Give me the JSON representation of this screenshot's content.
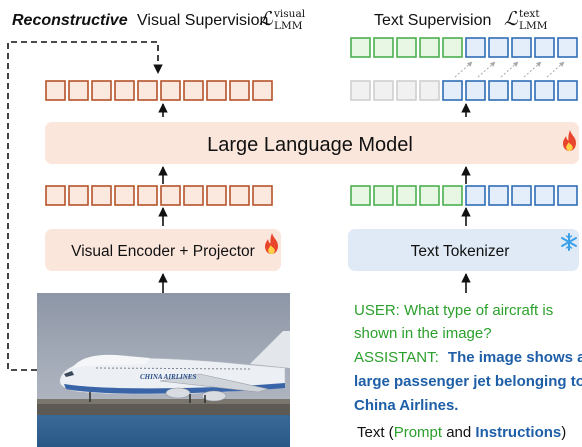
{
  "titles": {
    "visual_emph": "Reconstructive",
    "visual_rest": "Visual Supervision",
    "visual_loss": "ℒ",
    "visual_loss_sup": "visual",
    "visual_loss_sub": "LMM",
    "text_title": "Text Supervision",
    "text_loss": "ℒ",
    "text_loss_sup": "text",
    "text_loss_sub": "LMM"
  },
  "blocks": {
    "llm": "Large Language Model",
    "visual_encoder": "Visual Encoder + Projector",
    "text_tokenizer": "Text Tokenizer"
  },
  "icons": {
    "llm_status": "fire-icon",
    "encoder_status": "fire-icon",
    "tokenizer_status": "snowflake-icon"
  },
  "conversation": {
    "user_line1": "USER: What type of aircraft is",
    "user_line2": "shown in the image?",
    "assistant_prefix": "ASSISTANT:",
    "assistant_line1": "The image shows a",
    "assistant_line2": "large passenger jet belonging to",
    "assistant_line3": "China Airlines."
  },
  "caption": {
    "prefix": "Text (",
    "prompt": "Prompt",
    "and": " and ",
    "instructions": "Instructions",
    "suffix": ")"
  },
  "image": {
    "airline_text": "CHINA AIRLINES"
  },
  "colors": {
    "visual_token_border": "#b5532a",
    "visual_token_fill": "#fbe9e0",
    "green_token_border": "#4caf50",
    "green_token_fill": "#e8f6e4",
    "blue_token_border": "#2f6db5",
    "blue_token_fill": "#e3eefa",
    "gray_token_border": "#cfcfcf",
    "gray_token_fill": "#f1f1f1",
    "block_fill_warm": "#fbe6dc",
    "block_fill_cool": "#dfeaf6",
    "fire": "#e8452c",
    "snowflake": "#3aa0e8"
  }
}
